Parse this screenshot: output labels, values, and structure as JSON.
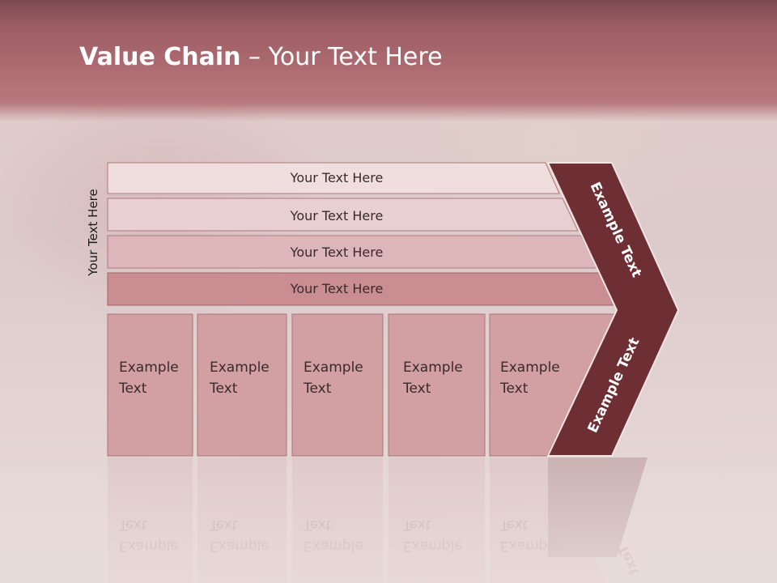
{
  "slide": {
    "title_bold": "Value Chain",
    "title_rest": " – Your Text Here",
    "side_label": "Your Text Here"
  },
  "bars": [
    {
      "label": "Your Text Here"
    },
    {
      "label": "Your Text Here"
    },
    {
      "label": "Your Text Here"
    },
    {
      "label": "Your Text Here"
    }
  ],
  "columns": [
    {
      "line1": "Example",
      "line2": "Text"
    },
    {
      "line1": "Example",
      "line2": "Text"
    },
    {
      "line1": "Example",
      "line2": "Text"
    },
    {
      "line1": "Example",
      "line2": "Text"
    },
    {
      "line1": "Example",
      "line2": "Text"
    }
  ],
  "arrow": {
    "upper_label": "Example Text",
    "lower_label": "Example Text"
  },
  "colors": {
    "header": "#a8646b",
    "arrow_fill": "#6e2f34",
    "bar_1": "#f0dede",
    "bar_2": "#e8cfd1",
    "bar_3": "#ddb6b9",
    "bar_4": "#c98d92",
    "column_fill": "#d2a0a3"
  }
}
